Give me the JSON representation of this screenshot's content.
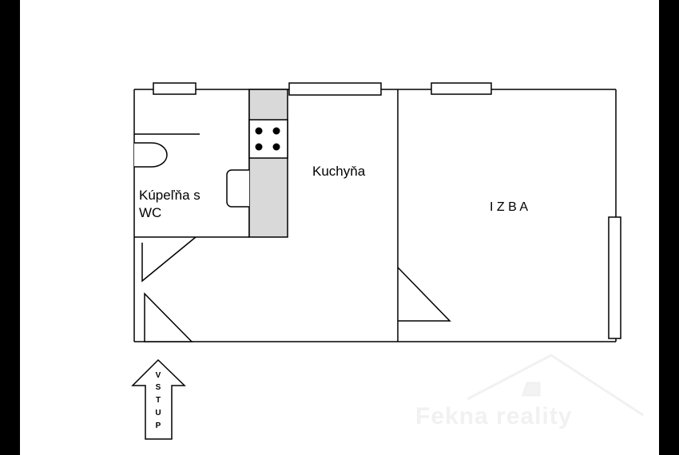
{
  "rooms": {
    "bathroom": "Kúpeľňa s\nWC",
    "kitchen": "Kuchyňa",
    "room": "I Z B A"
  },
  "entry": {
    "letters": [
      "V",
      "S",
      "T",
      "U",
      "P"
    ]
  },
  "watermark": {
    "text": "Fekna reality"
  },
  "colors": {
    "wall": "#000000",
    "counter": "#d9d9d9",
    "frame": "#000000",
    "watermark": "#f1f1f1"
  }
}
